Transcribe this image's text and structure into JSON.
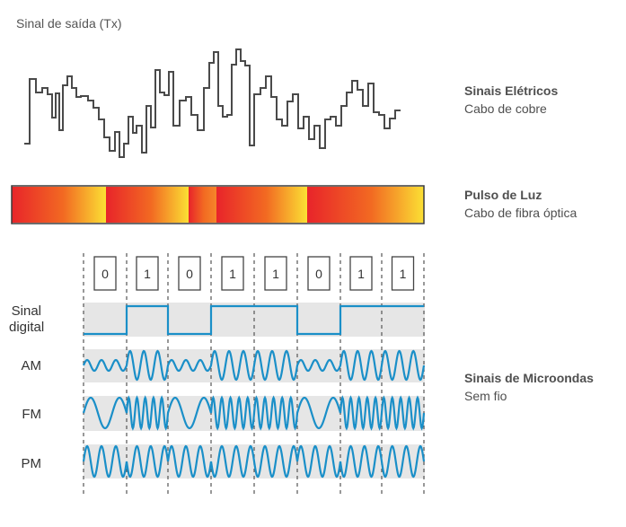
{
  "top_caption": "Sinal de saída (Tx)",
  "electrical": {
    "title": "Sinais Elétricos",
    "subtitle": "Cabo de cobre"
  },
  "optical": {
    "title": "Pulso de Luz",
    "subtitle": "Cabo de fibra óptica"
  },
  "microwave": {
    "title": "Sinais de Microondas",
    "subtitle": "Sem fio"
  },
  "rows": {
    "digital_line1": "Sinal",
    "digital_line2": "digital",
    "am": "AM",
    "fm": "FM",
    "pm": "PM"
  },
  "bits": [
    "0",
    "1",
    "0",
    "1",
    "1",
    "0",
    "1",
    "1"
  ],
  "colors": {
    "signal_blue": "#1a8fc8",
    "band_gray": "#e6e6e6",
    "trace_gray": "#4a4a4a",
    "light_red": "#e8242a",
    "light_yellow": "#fbe034"
  }
}
